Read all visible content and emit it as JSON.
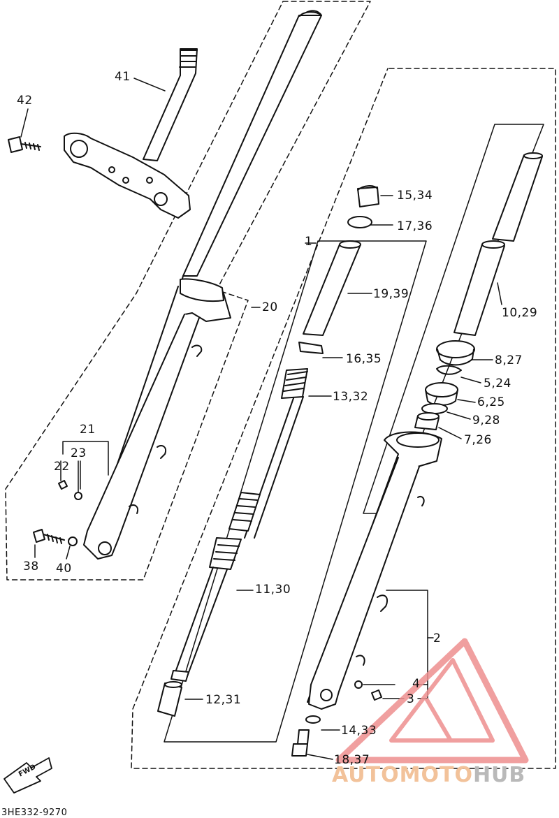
{
  "diagram": {
    "part_code": "3HE332-9270",
    "fwd_label": "FWD",
    "watermark": {
      "part1": "AUTOMOTO",
      "part2": "HUB",
      "color1": "#f2c29a",
      "color2": "#b9b9b9",
      "logo_color": "#ee8f8f"
    },
    "labels": {
      "l1": "1",
      "l2": "2",
      "l3": "3",
      "l4": "4",
      "l5_24": "5,24",
      "l6_25": "6,25",
      "l7_26": "7,26",
      "l8_27": "8,27",
      "l9_28": "9,28",
      "l10_29": "10,29",
      "l11_30": "11,30",
      "l12_31": "12,31",
      "l13_32": "13,32",
      "l14_33": "14,33",
      "l15_34": "15,34",
      "l16_35": "16,35",
      "l17_36": "17,36",
      "l18_37": "18,37",
      "l19_39": "19,39",
      "l20": "20",
      "l21": "21",
      "l22": "22",
      "l23": "23",
      "l38": "38",
      "l40": "40",
      "l41": "41",
      "l42": "42"
    }
  }
}
